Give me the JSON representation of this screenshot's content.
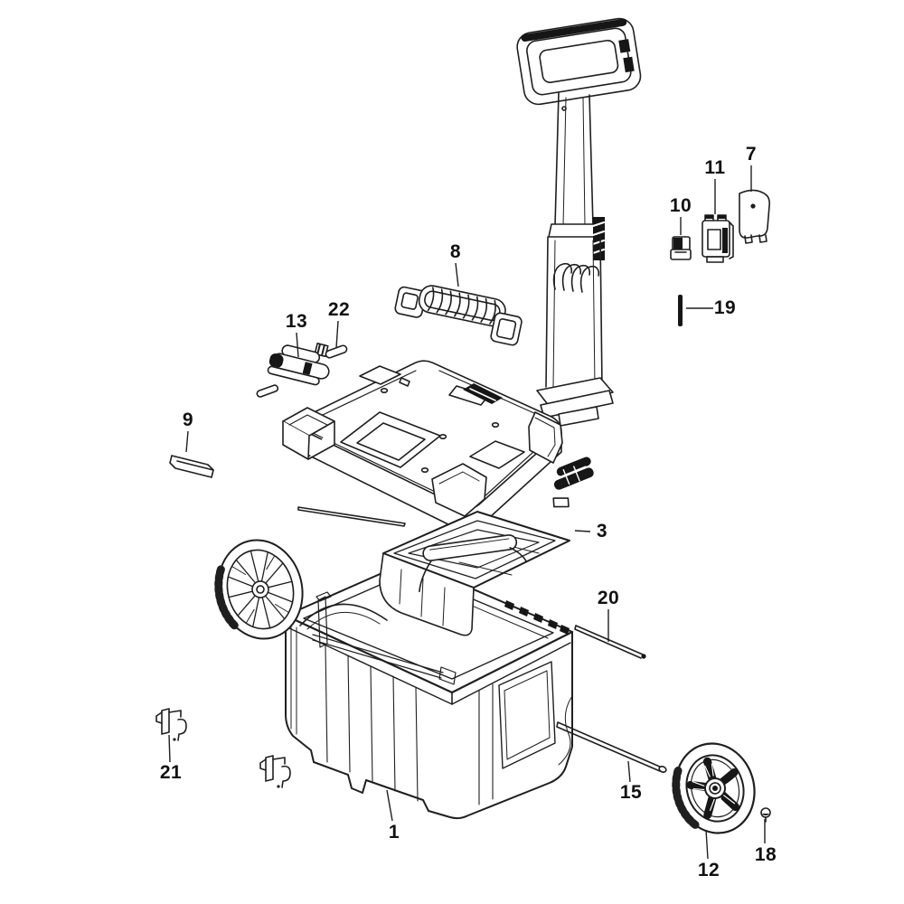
{
  "diagram": {
    "background_color": "#ffffff",
    "line_color": "#1f1f1f",
    "dark_fill_color": "#161616",
    "label_color": "#111111"
  },
  "callouts": {
    "n1": "1",
    "n3": "3",
    "n7": "7",
    "n8": "8",
    "n9": "9",
    "n10": "10",
    "n11": "11",
    "n12": "12",
    "n13": "13",
    "n15": "15",
    "n18": "18",
    "n19": "19",
    "n20": "20",
    "n21": "21",
    "n22": "22"
  }
}
